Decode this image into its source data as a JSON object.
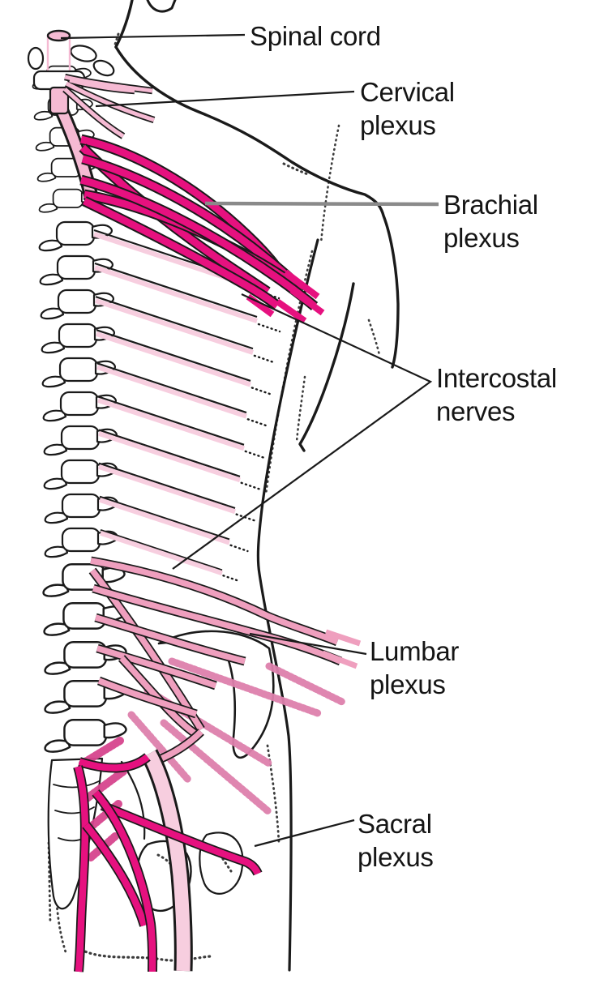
{
  "labels": {
    "spinal_cord": {
      "line1": "Spinal cord",
      "line2": ""
    },
    "cervical_plexus": {
      "line1": "Cervical",
      "line2": "plexus"
    },
    "brachial_plexus": {
      "line1": "Brachial",
      "line2": "plexus"
    },
    "intercostal_nerves": {
      "line1": "Intercostal",
      "line2": "nerves"
    },
    "lumbar_plexus": {
      "line1": "Lumbar",
      "line2": "plexus"
    },
    "sacral_plexus": {
      "line1": "Sacral",
      "line2": "plexus"
    }
  },
  "colors": {
    "background": "#FFFFFF",
    "outline": "#1A1A1A",
    "text": "#151515",
    "leader_gray": "#8A8A8A",
    "magenta": "#E6117F",
    "light_pink": "#F5BAD3",
    "pale_pink": "#F7CEDF",
    "medium_pink": "#EF9FBE",
    "stipple_pink": "#DD7FAC",
    "stipple_magenta": "#D6458D"
  }
}
